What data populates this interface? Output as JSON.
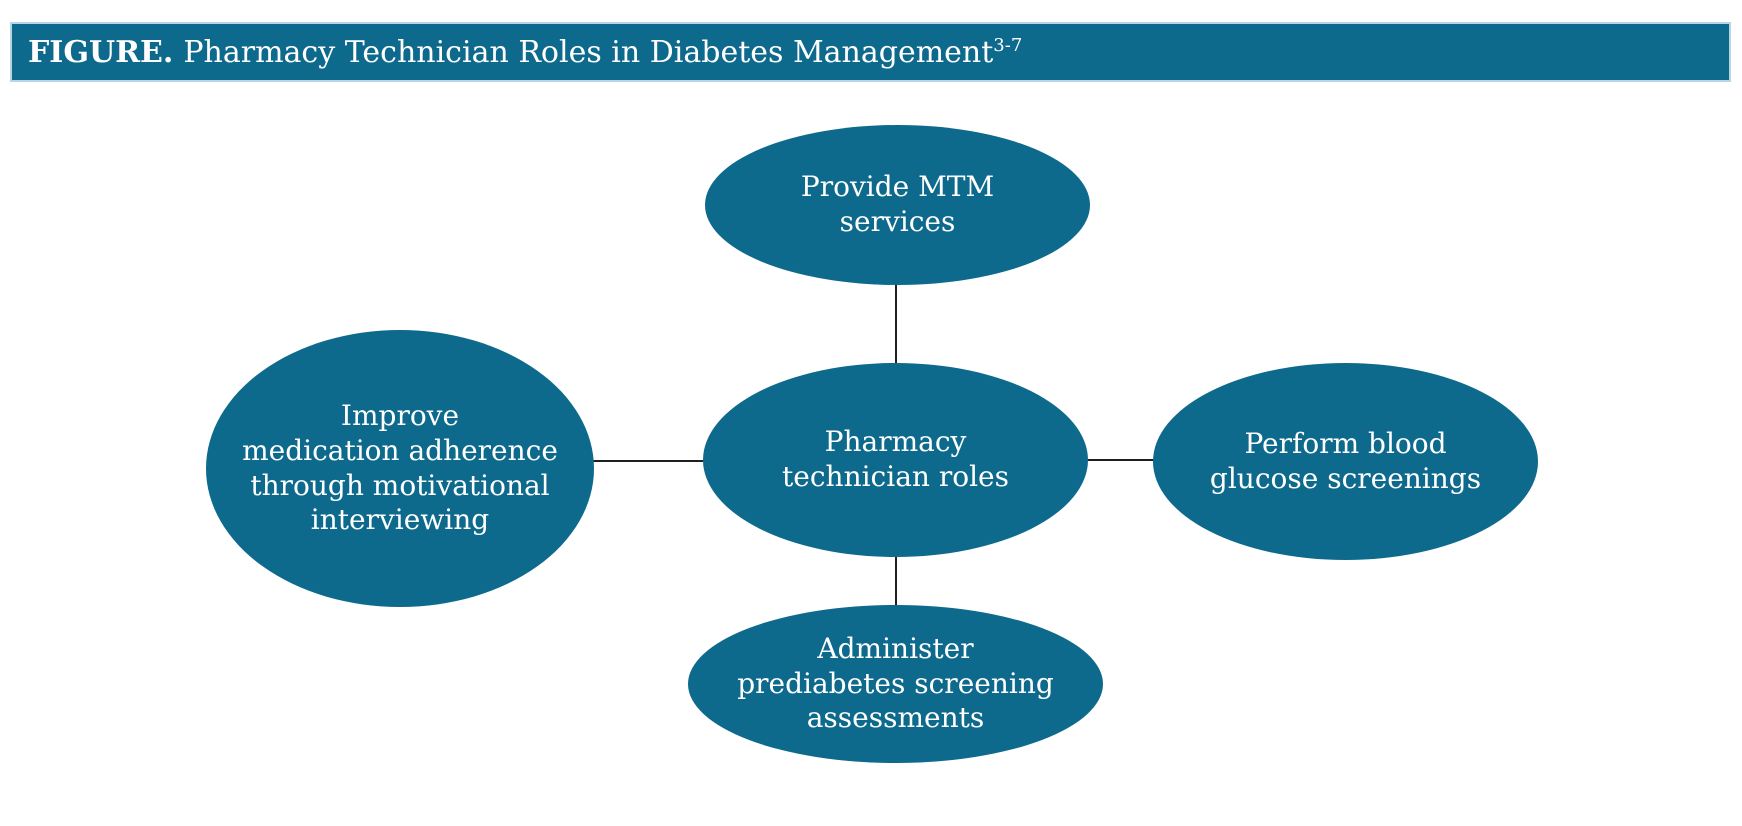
{
  "theme": {
    "teal": "#0e6a8c",
    "bar_border": "#b5d6e2",
    "connector": "#1f1f1f",
    "text_on_teal": "#ffffff",
    "page_bg": "#ffffff"
  },
  "figure_header": {
    "label": "FIGURE.",
    "title": "Pharmacy Technician Roles in Diabetes Management",
    "reference_superscript": "3-7"
  },
  "diagram": {
    "center_node": {
      "label": "Pharmacy\ntechnician roles"
    },
    "nodes": [
      {
        "id": "top",
        "label": "Provide MTM\nservices"
      },
      {
        "id": "left",
        "label": "Improve\nmedication adherence\nthrough motivational\ninterviewing"
      },
      {
        "id": "right",
        "label": "Perform blood\nglucose screenings"
      },
      {
        "id": "bottom",
        "label": "Administer\nprediabetes screening\nassessments"
      }
    ]
  }
}
